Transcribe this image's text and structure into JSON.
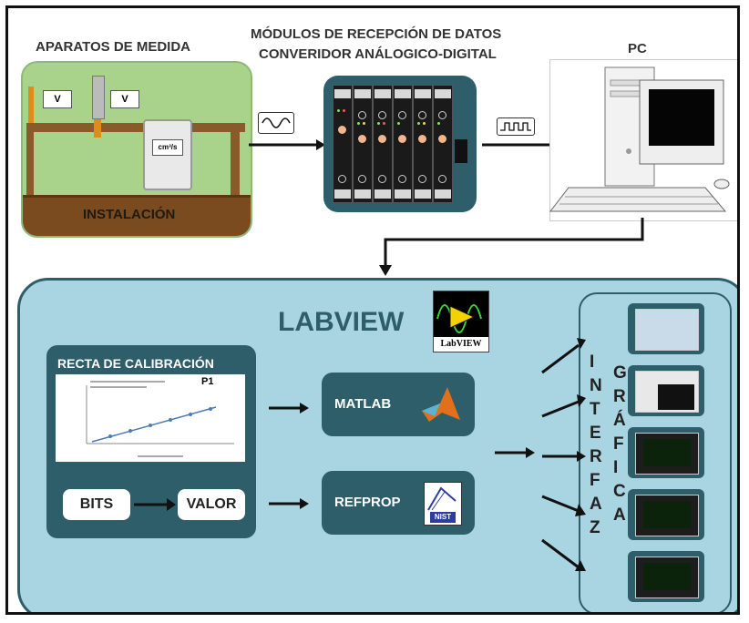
{
  "top": {
    "aparatos_title": "APARATOS DE MEDIDA",
    "modulos_title_1": "MÓDULOS DE RECEPCIÓN DE DATOS",
    "modulos_title_2": "CONVERIDOR ANÁLOGICO-DIGITAL",
    "pc_title": "PC",
    "instalacion_label": "INSTALACIÓN",
    "sensor_v1": "V",
    "sensor_v2": "V",
    "meter_label": "cm³/s"
  },
  "labview": {
    "title": "LABVIEW",
    "logo_text": "LabVIEW",
    "calib_title": "RECTA DE CALIBRACIÓN",
    "calib_plot_label": "P1",
    "bits": "BITS",
    "valor": "VALOR",
    "matlab": "MATLAB",
    "refprop": "REFPROP",
    "nist": "NIST",
    "interfaz_letters": [
      "I",
      "N",
      "T",
      "E",
      "R",
      "F",
      "A",
      "Z"
    ],
    "grafica_letters": [
      "G",
      "R",
      "Á",
      "F",
      "I",
      "C",
      "A"
    ]
  },
  "colors": {
    "teal_dark": "#2d5e6a",
    "light_blue": "#a9d5e3",
    "green": "#a9d28b",
    "soil": "#7a4b1e"
  },
  "icons": [
    "sine-wave-icon",
    "square-wave-icon",
    "matlab-icon",
    "refprop-icon",
    "labview-logo-icon",
    "pc-icon"
  ]
}
